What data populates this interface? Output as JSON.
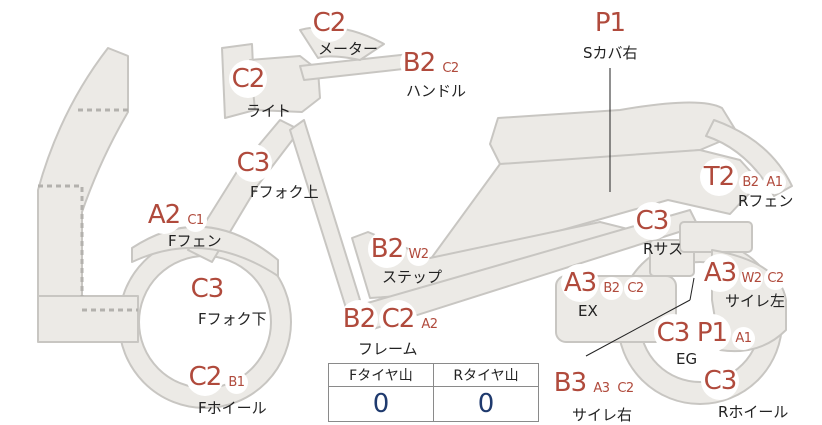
{
  "parts": [
    {
      "id": "meter",
      "name": "メーター",
      "big": "C2",
      "small": []
    },
    {
      "id": "handle",
      "name": "ハンドル",
      "big": "B2",
      "small": [
        "C2"
      ]
    },
    {
      "id": "light",
      "name": "ライト",
      "big": "C2",
      "small": []
    },
    {
      "id": "ffork-upper",
      "name": "Fフォク上",
      "big": "C3",
      "small": []
    },
    {
      "id": "ffender",
      "name": "Fフェン",
      "big": "A2",
      "small": [
        "C1"
      ]
    },
    {
      "id": "ffork-lower",
      "name": "Fフォク下",
      "big": "C3",
      "small": []
    },
    {
      "id": "fwheel",
      "name": "Fホイール",
      "big": "C2",
      "small": [
        "B1"
      ]
    },
    {
      "id": "step",
      "name": "ステップ",
      "big": "B2",
      "small": [
        "W2"
      ]
    },
    {
      "id": "frame",
      "name": "フレーム",
      "big": "B2",
      "big2": "C2",
      "small": [
        "A2"
      ]
    },
    {
      "id": "scover-right",
      "name": "Sカバ右",
      "big": "P1",
      "small": []
    },
    {
      "id": "rfender",
      "name": "Rフェン",
      "big": "T2",
      "small": [
        "B2",
        "A1"
      ]
    },
    {
      "id": "rsus",
      "name": "Rサス",
      "big": "C3",
      "small": []
    },
    {
      "id": "ex",
      "name": "EX",
      "big": "A3",
      "small": [
        "B2",
        "C2"
      ]
    },
    {
      "id": "muffler-left",
      "name": "サイレ左",
      "big": "A3",
      "small": [
        "W2",
        "C2"
      ]
    },
    {
      "id": "eg",
      "name": "EG",
      "big": "C3",
      "big2": "P1",
      "small": [
        "A1"
      ]
    },
    {
      "id": "muffler-right",
      "name": "サイレ右",
      "big": "B3",
      "small": [
        "A3",
        "C2"
      ]
    },
    {
      "id": "rwheel",
      "name": "Rホイール",
      "big": "C3",
      "small": []
    }
  ],
  "tread": {
    "front_header": "Fタイヤ山",
    "rear_header": "Rタイヤ山",
    "front_value": "0",
    "rear_value": "0"
  },
  "colors": {
    "grade": "#b04a3c",
    "tread_value": "#1f3a6e",
    "bike_fill": "#eceae6",
    "bike_stroke": "#c8c6c2"
  }
}
